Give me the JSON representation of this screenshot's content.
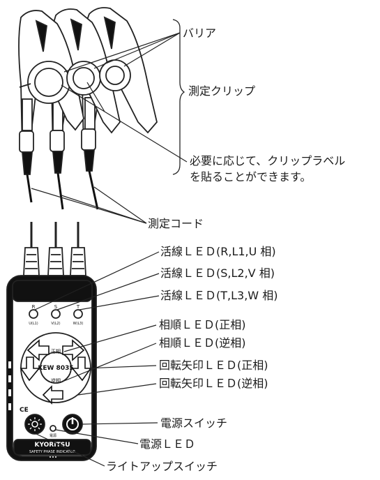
{
  "labels": {
    "barrier": "バリア",
    "clip": "測定クリップ",
    "clip_label_line1": "必要に応じて、クリップラベル",
    "clip_label_line2": "を貼ることができます。",
    "cord": "測定コード",
    "led_r": "活線ＬＥＤ(R,L1,U 相)",
    "led_s": "活線ＬＥＤ(S,L2,V 相)",
    "led_t": "活線ＬＥＤ(T,L3,W 相)",
    "phase_pos": "相順ＬＥＤ(正相)",
    "phase_neg": "相順ＬＥＤ(逆相)",
    "rot_pos": "回転矢印ＬＥＤ(正相)",
    "rot_neg": "回転矢印ＬＥＤ(逆相)",
    "power_switch": "電源スイッチ",
    "power_led": "電源ＬＥＤ",
    "lightup_switch": "ライトアップスイッチ"
  },
  "device": {
    "model": "KEW 8035",
    "brand": "KYORITSU",
    "product": "SAFETY PHASE INDICATOR",
    "phase_r": "R",
    "phase_s": "S",
    "phase_t": "T",
    "sub_r": "U(L1)",
    "sub_s": "V(L2)",
    "sub_t": "W(L3)",
    "badge_pos": "正相",
    "badge_neg": "逆相",
    "ce": "CE",
    "power_led_small": "電源"
  }
}
